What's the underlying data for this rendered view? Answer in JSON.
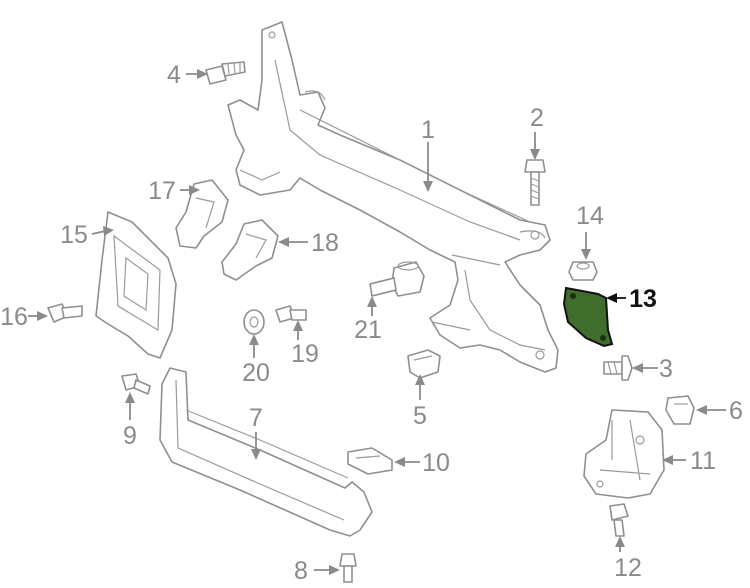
{
  "colors": {
    "highlight_fill": "#3f6e2c",
    "line": "#8f8f8f",
    "callout_text": "#8a8a8a",
    "callout_highlight_text": "#111111"
  },
  "callouts": [
    {
      "id": "1",
      "label": "1"
    },
    {
      "id": "2",
      "label": "2"
    },
    {
      "id": "3",
      "label": "3"
    },
    {
      "id": "4",
      "label": "4"
    },
    {
      "id": "5",
      "label": "5"
    },
    {
      "id": "6",
      "label": "6"
    },
    {
      "id": "7",
      "label": "7"
    },
    {
      "id": "8",
      "label": "8"
    },
    {
      "id": "9",
      "label": "9"
    },
    {
      "id": "10",
      "label": "10"
    },
    {
      "id": "11",
      "label": "11"
    },
    {
      "id": "12",
      "label": "12"
    },
    {
      "id": "13",
      "label": "13",
      "highlighted": true
    },
    {
      "id": "14",
      "label": "14"
    },
    {
      "id": "15",
      "label": "15"
    },
    {
      "id": "16",
      "label": "16"
    },
    {
      "id": "17",
      "label": "17"
    },
    {
      "id": "18",
      "label": "18"
    },
    {
      "id": "19",
      "label": "19"
    },
    {
      "id": "20",
      "label": "20"
    },
    {
      "id": "21",
      "label": "21"
    }
  ]
}
